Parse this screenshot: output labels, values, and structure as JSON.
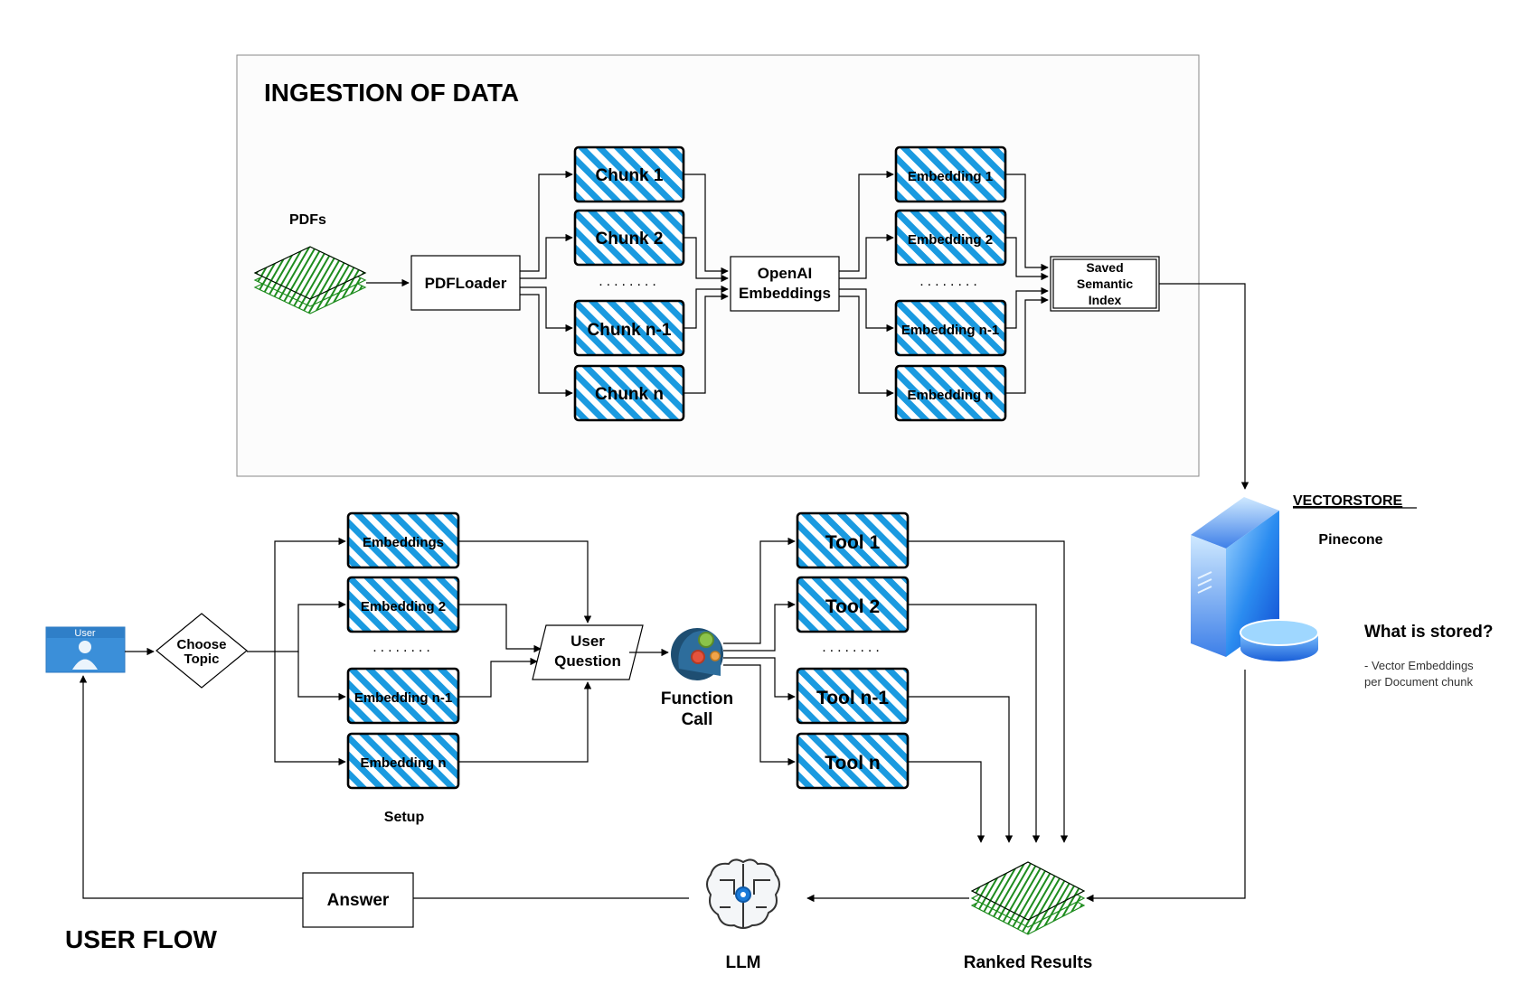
{
  "ingestion": {
    "title": "INGESTION OF DATA",
    "pdfs_label": "PDFs",
    "loader_label": "PDFLoader",
    "chunks": [
      "Chunk 1",
      "Chunk 2",
      "Chunk n-1",
      "Chunk n"
    ],
    "chunk_dots": "........",
    "openai_label": [
      "OpenAI",
      "Embeddings"
    ],
    "embeddings": [
      "Embedding 1",
      "Embedding 2",
      "Embedding n-1",
      "Embedding n"
    ],
    "embedding_dots": "........",
    "index_label": [
      "Saved",
      "Semantic",
      "Index"
    ]
  },
  "vectorstore": {
    "title": "VECTORSTORE",
    "provider": "Pinecone",
    "question": "What is stored?",
    "note": [
      "- Vector Embeddings",
      "per Document chunk"
    ]
  },
  "user_flow": {
    "title": "USER FLOW",
    "user_badge": "User",
    "choose_topic": [
      "Choose",
      "Topic"
    ],
    "setup_items": [
      "Embeddings",
      "Embedding 2",
      "Embedding n-1",
      "Embedding n"
    ],
    "setup_dots": "........",
    "setup_label": "Setup",
    "user_question": [
      "User",
      "Question"
    ],
    "function_call": [
      "Function",
      "Call"
    ],
    "tools": [
      "Tool 1",
      "Tool 2",
      "Tool n-1",
      "Tool n"
    ],
    "tool_dots": "........",
    "ranked_results": "Ranked Results",
    "llm": "LLM",
    "answer": "Answer"
  },
  "colors": {
    "hatch_blue": "#1a9ae0",
    "pdf_green": "#1e8c1e",
    "user_blue": "#3b8fd9",
    "server_blue": "#1e6fe0"
  }
}
